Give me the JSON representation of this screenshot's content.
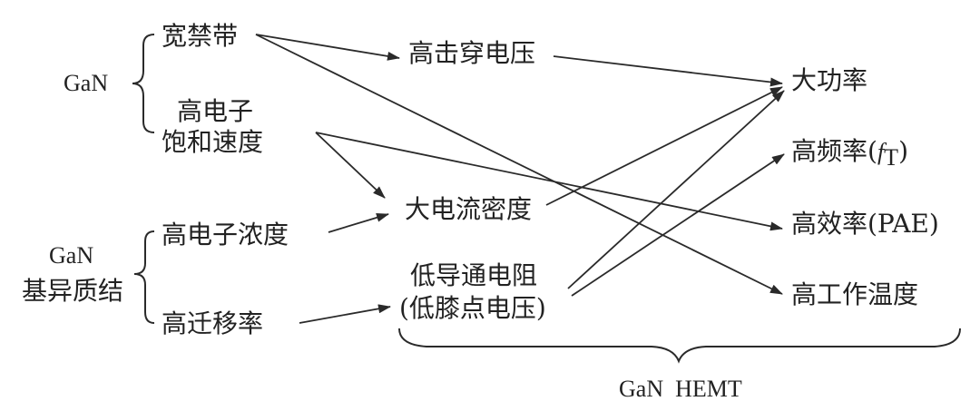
{
  "diagram": {
    "groups": {
      "gan_material": "GaN",
      "gan_hetero_line1": "GaN",
      "gan_hetero_line2": "基异质结",
      "hemt": "GaN  HEMT"
    },
    "properties": {
      "wide_bandgap": "宽禁带",
      "high_sat_velocity_line1": "高电子",
      "high_sat_velocity_line2": "饱和速度",
      "high_e_concentration": "高电子浓度",
      "high_mobility": "高迁移率"
    },
    "mechanisms": {
      "high_breakdown": "高击穿电压",
      "high_current_density": "大电流密度",
      "low_on_resistance_line1": "低导通电阻",
      "low_on_resistance_line2": "(低膝点电压)"
    },
    "outcomes": {
      "high_power": "大功率",
      "high_frequency_prefix": "高频率(",
      "high_frequency_symbol": "f",
      "high_frequency_subscript": "T",
      "high_frequency_suffix": ")",
      "high_efficiency": "高效率(PAE)",
      "high_temperature": "高工作温度"
    },
    "connections": [
      {
        "from": "宽禁带",
        "to": "高击穿电压"
      },
      {
        "from": "宽禁带",
        "to": "高工作温度"
      },
      {
        "from": "高击穿电压",
        "to": "大功率"
      },
      {
        "from": "高电子饱和速度",
        "to": "大电流密度"
      },
      {
        "from": "高电子饱和速度",
        "to": "高效率(PAE)"
      },
      {
        "from": "高电子浓度",
        "to": "大电流密度"
      },
      {
        "from": "高迁移率",
        "to": "低导通电阻"
      },
      {
        "from": "大电流密度",
        "to": "大功率"
      },
      {
        "from": "低导通电阻",
        "to": "大功率"
      },
      {
        "from": "低导通电阻",
        "to": "高频率"
      }
    ]
  }
}
